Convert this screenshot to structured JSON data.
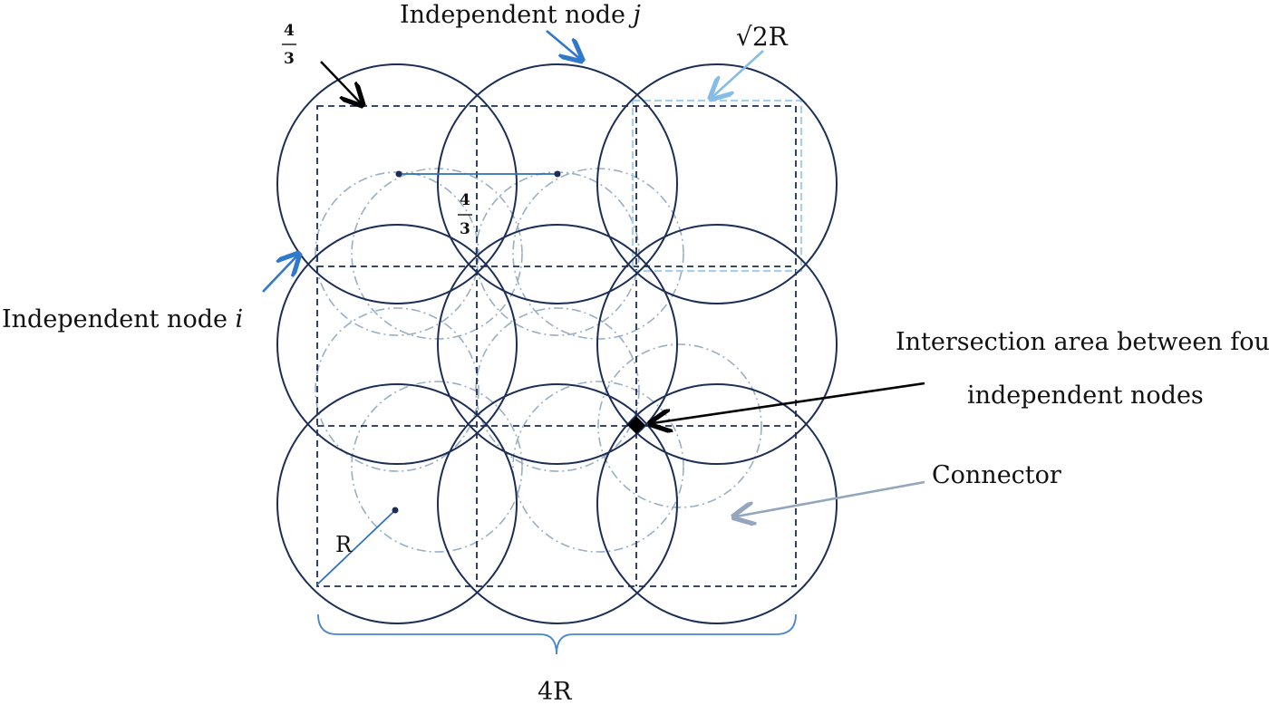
{
  "labels": {
    "node_j_prefix": "Independent node ",
    "node_j_var": "j",
    "node_i_prefix": "Independent node ",
    "node_i_var": "i",
    "sqrt2r": "√2R",
    "intersection_line1": "Intersection area between four",
    "intersection_line2": "independent nodes",
    "connector": "Connector",
    "r": "R",
    "four_r": "4R",
    "fraction_num": "4",
    "fraction_den": "3"
  },
  "colors": {
    "node_circle": "#1c2e55",
    "grid_dash": "#1c2e55",
    "connector_circle": "#9aaec4",
    "radius_line": "#2f6fbf",
    "arrow_blue": "#2f78cc",
    "arrow_light_blue": "#86bde6",
    "arrow_black": "#000000",
    "arrow_grey": "#94a6bd",
    "brace": "#4a86cf",
    "highlight_square": "#a8d0ec"
  }
}
